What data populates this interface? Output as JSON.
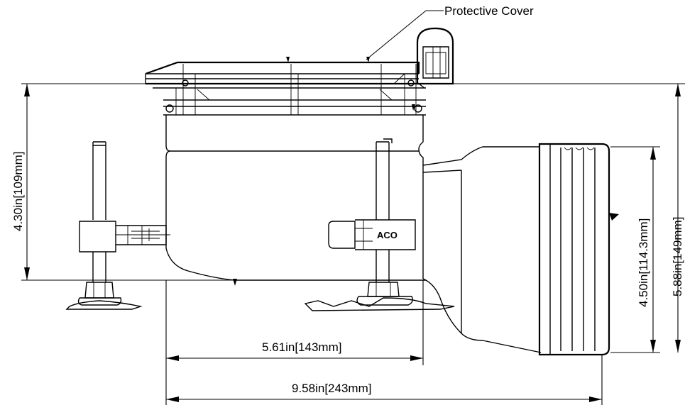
{
  "labels": {
    "protective_cover": "Protective Cover",
    "logo": "ACO"
  },
  "dimensions": {
    "height_left": "4.30in[109mm]",
    "width_body": "5.61in[143mm]",
    "width_total": "9.58in[243mm]",
    "outlet_inner": "4.50in[114.3mm]",
    "outlet_outer": "5.88in[149mm]"
  }
}
